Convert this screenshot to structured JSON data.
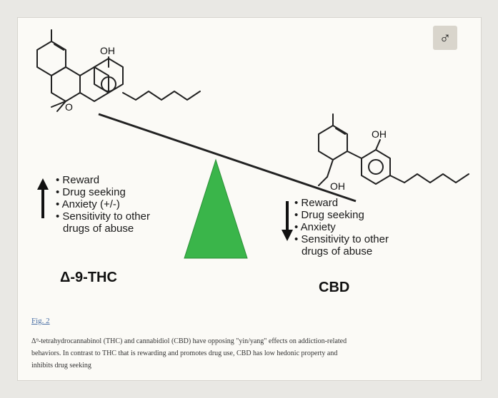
{
  "logo": {
    "icon": "male-symbol-icon",
    "glyph": "♂"
  },
  "thc": {
    "oh_label": "OH",
    "ring_o_label": "O",
    "arrow_icon": "arrow-up-icon",
    "bullets": [
      "Reward",
      "Drug seeking",
      "Anxiety (+/-)",
      "Sensitivity to other",
      "drugs of abuse"
    ],
    "title": "Δ-9-THC"
  },
  "cbd": {
    "oh_label": "OH",
    "oh2_label": "OH",
    "arrow_icon": "arrow-down-icon",
    "bullets": [
      "Reward",
      "Drug seeking",
      "Anxiety",
      "Sensitivity to other",
      "drugs of abuse"
    ],
    "title": "CBD"
  },
  "colors": {
    "fulcrum": "#3ab54a",
    "link": "#4a6fa5"
  },
  "figure_link": "Fig. 2",
  "caption_lines": [
    "Δ⁹-tetrahydrocannabinol (THC) and cannabidiol (CBD) have opposing \"yin/yang\" effects on addiction-related",
    "behaviors. In contrast to THC that is rewarding and promotes drug use, CBD has low hedonic property and",
    "inhibits drug seeking"
  ]
}
